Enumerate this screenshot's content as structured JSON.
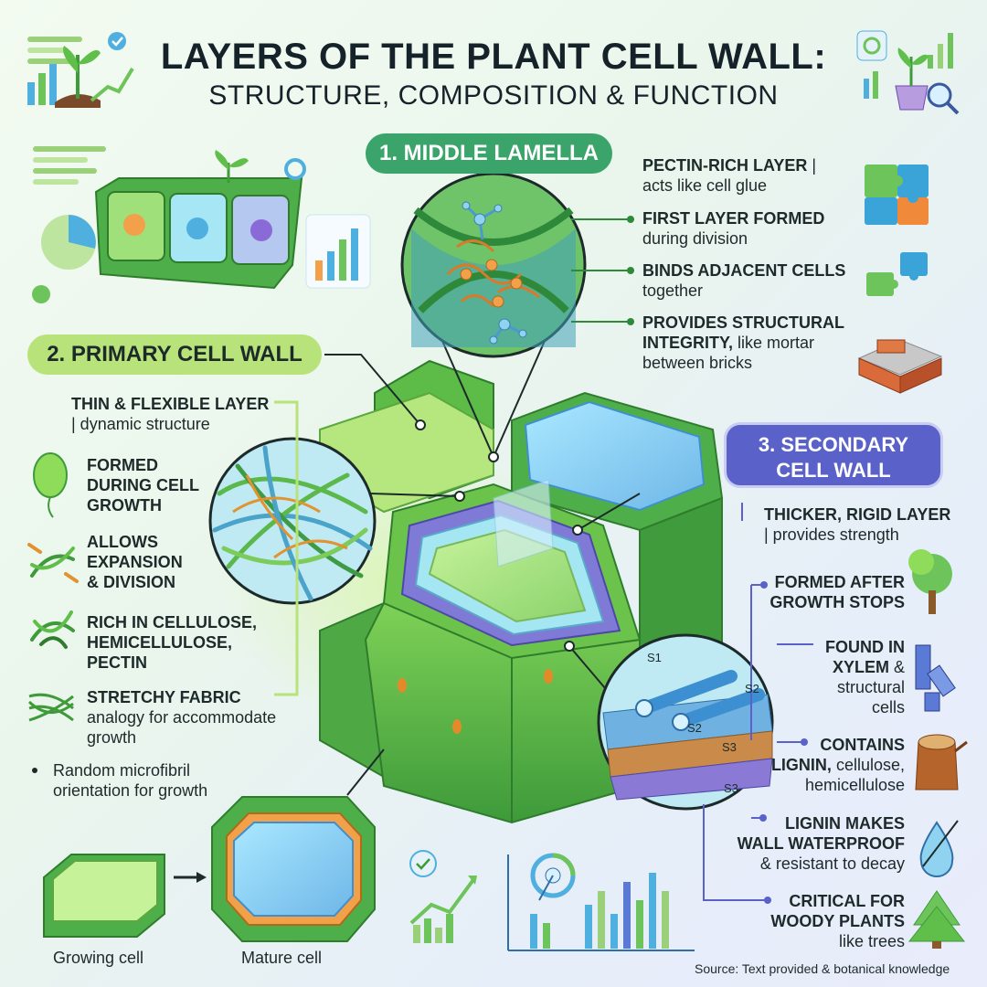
{
  "title": {
    "line1": "LAYERS OF THE PLANT CELL WALL:",
    "line2": "STRUCTURE, COMPOSITION & FUNCTION"
  },
  "middle_lamella": {
    "heading": "1. MIDDLE LAMELLA",
    "points": [
      {
        "bold": "PECTIN-RICH LAYER",
        "rest": "|",
        "rest2": "acts like cell glue",
        "icon": "puzzle-icon"
      },
      {
        "bold": "FIRST LAYER FORMED",
        "rest": "during division"
      },
      {
        "bold": "BINDS ADJACENT CELLS",
        "rest": "together",
        "icon": "puzzle-pieces-icon"
      },
      {
        "bold": "PROVIDES STRUCTURAL",
        "bold2": "INTEGRITY,",
        "rest": "like mortar",
        "rest2": "between bricks",
        "icon": "bricks-icon"
      }
    ]
  },
  "primary_wall": {
    "heading": "2. PRIMARY CELL WALL",
    "points": [
      {
        "bold": "THIN & FLEXIBLE LAYER",
        "rest": "| dynamic structure"
      },
      {
        "lines": [
          "FORMED",
          "DURING CELL",
          "GROWTH"
        ],
        "icon": "balloon-icon"
      },
      {
        "lines": [
          "ALLOWS",
          "EXPANSION",
          "& DIVISION"
        ],
        "icon": "stretch-fibers-icon"
      },
      {
        "lines": [
          "RICH IN CELLULOSE,",
          "HEMICELLULOSE,",
          "PECTIN"
        ],
        "icon": "fiber-strands-icon"
      },
      {
        "bold": "STRETCHY FABRIC",
        "rest": "analogy for accommodate",
        "rest2": "growth",
        "icon": "mesh-fabric-icon"
      }
    ],
    "note": [
      "Random microfibril",
      "orientation for growth"
    ]
  },
  "secondary_wall": {
    "heading_line1": "3. SECONDARY",
    "heading_line2": "CELL WALL",
    "points": [
      {
        "bold": "THICKER, RIGID LAYER",
        "rest": "| provides strength"
      },
      {
        "lines": [
          "FORMED AFTER",
          "GROWTH STOPS"
        ],
        "icon": "tree-icon"
      },
      {
        "bold_lines": [
          "FOUND IN",
          "XYLEM"
        ],
        "rest_after": "&",
        "rest_lines": [
          "structural",
          "cells"
        ],
        "icon": "xylem-tubes-icon"
      },
      {
        "bold_lines": [
          "CONTAINS",
          "LIGNIN,"
        ],
        "rest_inline": "cellulose,",
        "rest_lines": [
          "hemicellulose"
        ],
        "icon": "tree-stump-icon"
      },
      {
        "bold_lines": [
          "LIGNIN MAKES",
          "WALL WATERPROOF"
        ],
        "rest_lines": [
          "& resistant to decay"
        ],
        "icon": "no-water-drop-icon"
      },
      {
        "bold_lines": [
          "CRITICAL FOR",
          "WOODY PLANTS"
        ],
        "rest_lines": [
          "like trees"
        ],
        "icon": "pine-tree-icon"
      }
    ],
    "sublayers": [
      "S1",
      "S2",
      "S2",
      "S3",
      "S3"
    ]
  },
  "growth_stages": {
    "growing": "Growing cell",
    "mature": "Mature cell"
  },
  "source": "Source: Text provided & botanical knowledge",
  "colors": {
    "middle_lamella": "#3aa46a",
    "primary_wall": "#b8e27a",
    "secondary_wall": "#5a62c9",
    "cell_green": "#5fbf4a",
    "cytoplasm_blue": "#8fd3f0"
  }
}
